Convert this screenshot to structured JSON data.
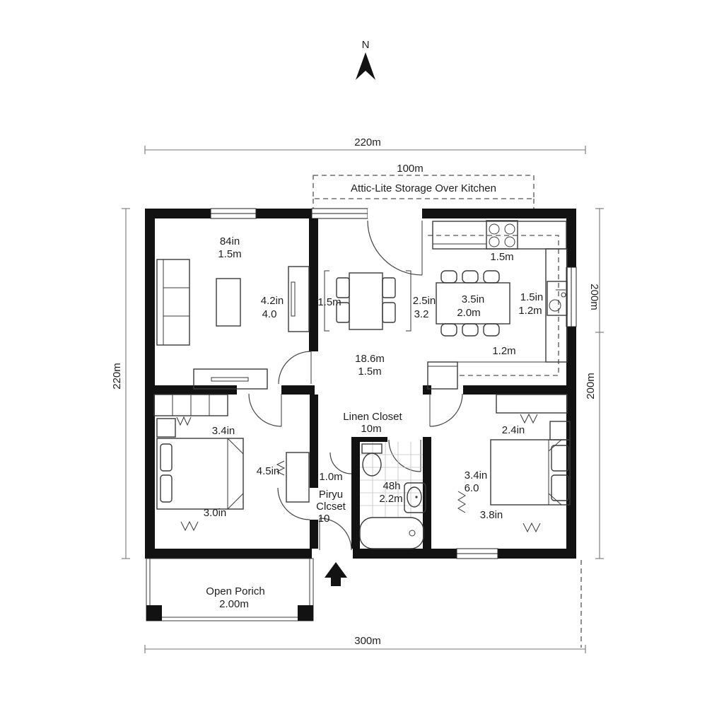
{
  "compass": {
    "north": "N"
  },
  "dimensions": {
    "top": "220m",
    "attic_width": "100m",
    "left": "220m",
    "right_upper": "200m",
    "right_lower": "200m",
    "bottom": "300m"
  },
  "notes": {
    "attic": "Attic-Lite Storage Over Kitchen"
  },
  "labels": {
    "living_size_1": "84in",
    "living_size_2": "1.5m",
    "tv_unit_1": "4.2in",
    "tv_unit_2": "4.0",
    "dining_left": "1.5m",
    "dining_right_1": "2.5in",
    "dining_right_2": "3.2",
    "dining_center_1": "18.6m",
    "dining_center_2": "1.5m",
    "kitchen_counter": "1.5m",
    "island_1": "3.5in",
    "island_2": "2.0m",
    "kitchen_right_1": "1.5in",
    "kitchen_right_2": "1.2m",
    "kitchen_lower": "1.2m",
    "linen_1": "Linen Closet",
    "linen_2": "10m",
    "bedroom_left_top": "3.4in",
    "bedroom_left_dresser": "4.5in",
    "bedroom_left_bottom": "3.0in",
    "hall_closet_width": "1.0m",
    "closet_1": "Piryu",
    "closet_2": "Clcset",
    "closet_3": "10",
    "bath_1": "48h",
    "bath_2": "2.2m",
    "bedroom_right_top": "2.4in",
    "bedroom_right_mid_1": "3.4in",
    "bedroom_right_mid_2": "6.0",
    "bedroom_right_bottom": "3.8in",
    "porch_1": "Open Porich",
    "porch_2": "2.00m"
  },
  "colors": {
    "wall": "#121212",
    "furniture_line": "#3a3a3a",
    "text": "#1f1f1f",
    "background": "#ffffff"
  }
}
